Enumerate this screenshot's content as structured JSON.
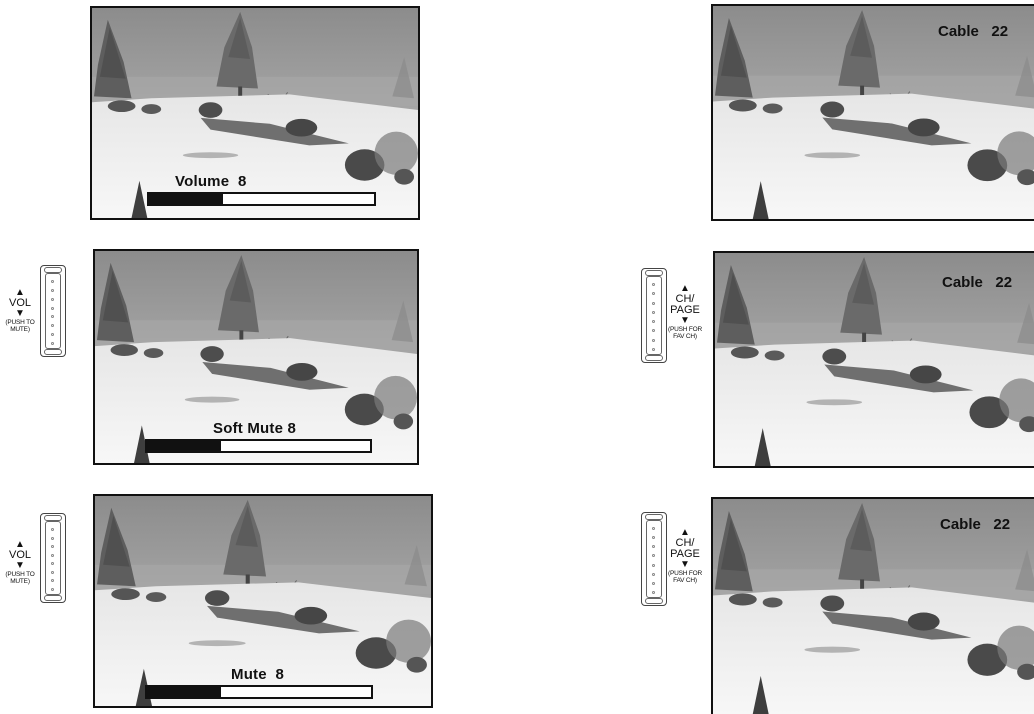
{
  "volume_screens": [
    {
      "label": "Volume  8",
      "level": 0.33
    },
    {
      "label": "Soft Mute 8",
      "level": 0.33
    },
    {
      "label": "Mute  8",
      "level": 0.33
    }
  ],
  "channel_screens": [
    {
      "label": "Cable   22"
    },
    {
      "label": "Cable   22"
    },
    {
      "label": "Cable   22"
    }
  ],
  "vol_key": {
    "up_arrow": "▲",
    "name": "VOL",
    "down_arrow": "▼",
    "note_line1": "(PUSH TO",
    "note_line2": "MUTE)"
  },
  "ch_key": {
    "up_arrow": "▲",
    "name_line1": "CH/",
    "name_line2": "PAGE",
    "down_arrow": "▼",
    "note_line1": "(PUSH FOR",
    "note_line2": "FAV CH)"
  },
  "icons": {
    "scene": "snowy-landscape-photo",
    "remote": "rocker-key-icon"
  }
}
